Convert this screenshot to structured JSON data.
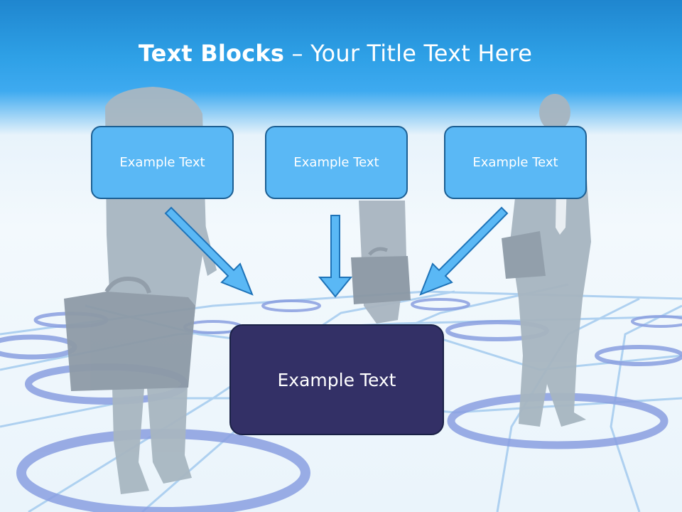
{
  "slide": {
    "title_bold": "Text Blocks",
    "title_dash": " – ",
    "title_rest": "Your Title Text Here"
  },
  "boxes": {
    "left": "Example Text",
    "middle": "Example Text",
    "right": "Example Text",
    "bottom": "Example Text"
  },
  "colors": {
    "header_blue": "#2ea0e6",
    "box_fill": "#5ab8f5",
    "box_border": "#1c5f93",
    "bottom_box_fill": "#333066",
    "arrow_fill": "#5ab8f5"
  },
  "icons": {
    "background": "businesspeople-network-illustration"
  }
}
